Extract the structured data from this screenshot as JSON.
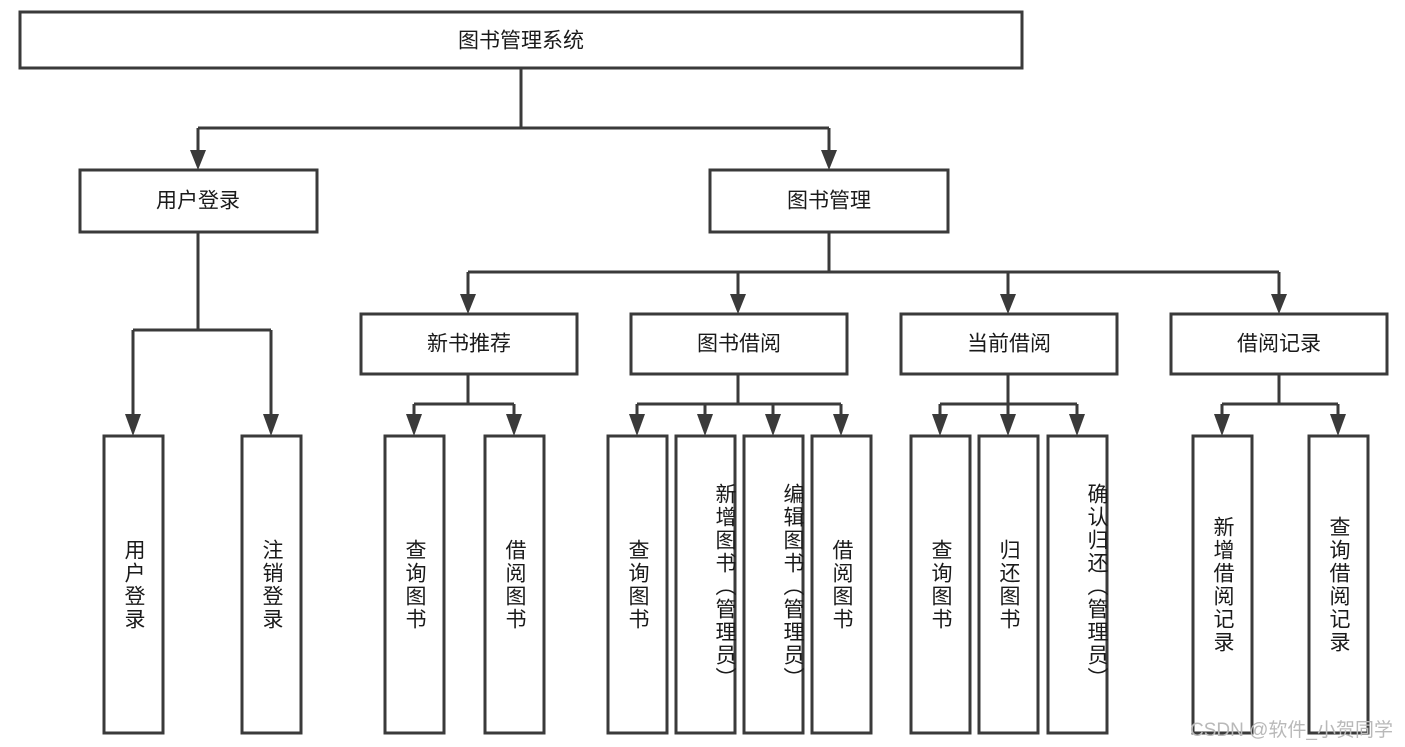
{
  "diagram": {
    "title": "图书管理系统",
    "type": "tree-hierarchy-diagram",
    "colors": {
      "stroke": "#3a3a3a",
      "box_fill": "#ffffff",
      "text": "#1a1a1a",
      "watermark": "#b9b9b9",
      "background": "#ffffff"
    },
    "root": {
      "label": "图书管理系统"
    },
    "level2": [
      {
        "label": "用户登录"
      },
      {
        "label": "图书管理"
      }
    ],
    "level3": [
      {
        "label": "新书推荐"
      },
      {
        "label": "图书借阅"
      },
      {
        "label": "当前借阅"
      },
      {
        "label": "借阅记录"
      }
    ],
    "leaves": {
      "user_login": [
        {
          "label": "用户登录"
        },
        {
          "label": "注销登录"
        }
      ],
      "new_book_recommend": [
        {
          "label": "查询图书"
        },
        {
          "label": "借阅图书"
        }
      ],
      "book_borrow": [
        {
          "label": "查询图书"
        },
        {
          "label": "新增图书（管理员）"
        },
        {
          "label": "编辑图书（管理员）"
        },
        {
          "label": "借阅图书"
        }
      ],
      "current_borrow": [
        {
          "label": "查询图书"
        },
        {
          "label": "归还图书"
        },
        {
          "label": "确认归还（管理员）"
        }
      ],
      "borrow_record": [
        {
          "label": "新增借阅记录"
        },
        {
          "label": "查询借阅记录"
        }
      ]
    },
    "watermark": "CSDN @软件_小贺同学"
  }
}
